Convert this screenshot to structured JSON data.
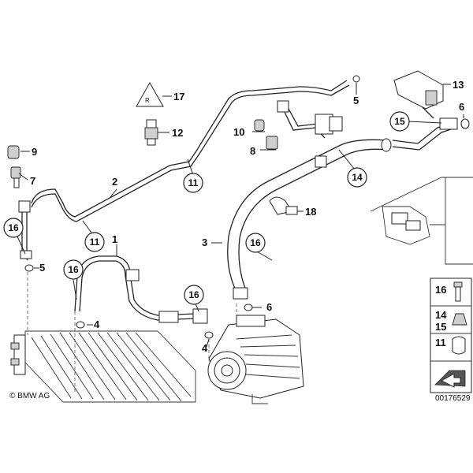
{
  "diagram": {
    "labels": {
      "l1": "1",
      "l2": "2",
      "l3": "3",
      "l4a": "4",
      "l4b": "4",
      "l5a": "5",
      "l5b": "5",
      "l6a": "6",
      "l6b": "6",
      "l7": "7",
      "l8": "8",
      "l9": "9",
      "l10": "10",
      "l12": "12",
      "l13": "13",
      "l17": "17",
      "l18": "18"
    },
    "callouts": {
      "c11a": "11",
      "c11b": "11",
      "c14": "14",
      "c15": "15",
      "c16a": "16",
      "c16b": "16",
      "c16c": "16",
      "c16d": "16"
    },
    "legend": {
      "r16": "16",
      "r14": "14",
      "r15": "15",
      "r11": "11"
    },
    "footer": {
      "copyright": "© BMW AG",
      "doc_number": "00176529"
    }
  }
}
